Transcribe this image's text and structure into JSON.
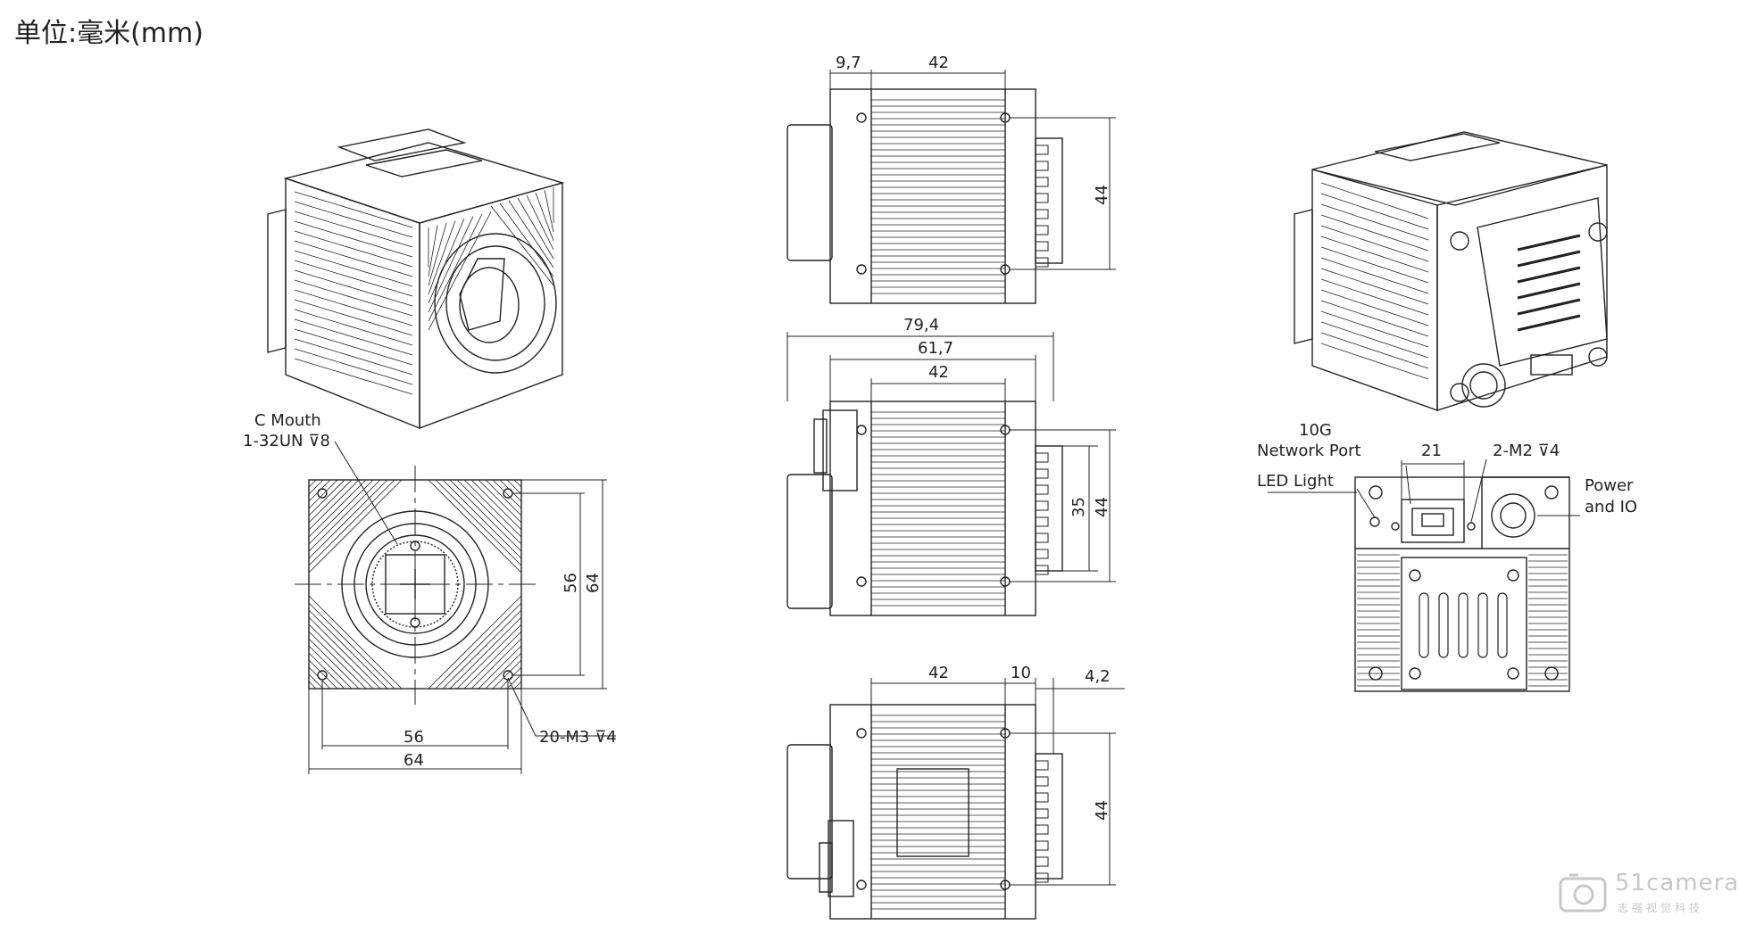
{
  "unit_label": "单位:毫米(mm)",
  "front": {
    "thread_line1": "C Mouth",
    "thread_line2": "1-32UN ⊽8",
    "dim_56_h": "56",
    "dim_64_h": "64",
    "dim_56_v": "56",
    "dim_64_v": "64",
    "screw_note": "20-M3 ⊽4"
  },
  "side_top": {
    "dim_97": "9,7",
    "dim_42": "42",
    "dim_44": "44"
  },
  "side_mid": {
    "dim_794": "79,4",
    "dim_617": "61,7",
    "dim_42": "42",
    "dim_35": "35",
    "dim_44": "44"
  },
  "side_bottom": {
    "dim_42": "42",
    "dim_10": "10",
    "dim_42b": "4,2",
    "dim_44": "44"
  },
  "rear": {
    "network_line1": "10G",
    "network_line2": "Network Port",
    "led_label": "LED Light",
    "dim_21": "21",
    "m2_note": "2-M2 ⊽4",
    "power_line1": "Power",
    "power_line2": "and IO"
  },
  "watermark": {
    "brand": "51camera",
    "sub": "志强视觉科技"
  }
}
